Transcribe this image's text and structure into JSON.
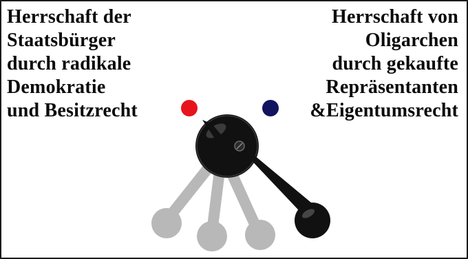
{
  "left_text": {
    "lines": [
      "Herrschaft der",
      "Staatsbürger",
      "durch radikale",
      "Demokratie",
      "und Besitzrecht"
    ]
  },
  "right_text": {
    "lines": [
      "Herrschaft von",
      "Oligarchen",
      "durch gekaufte",
      "Repräsentanten",
      "&Eigentumsrecht"
    ]
  },
  "indicators": {
    "left_color": "#e8141b",
    "right_color": "#13145e"
  },
  "switch": {
    "position": "right",
    "icon": "toggle-lever-switch",
    "handle_color": "#111111",
    "ghost_color": "#b8b8b8"
  }
}
